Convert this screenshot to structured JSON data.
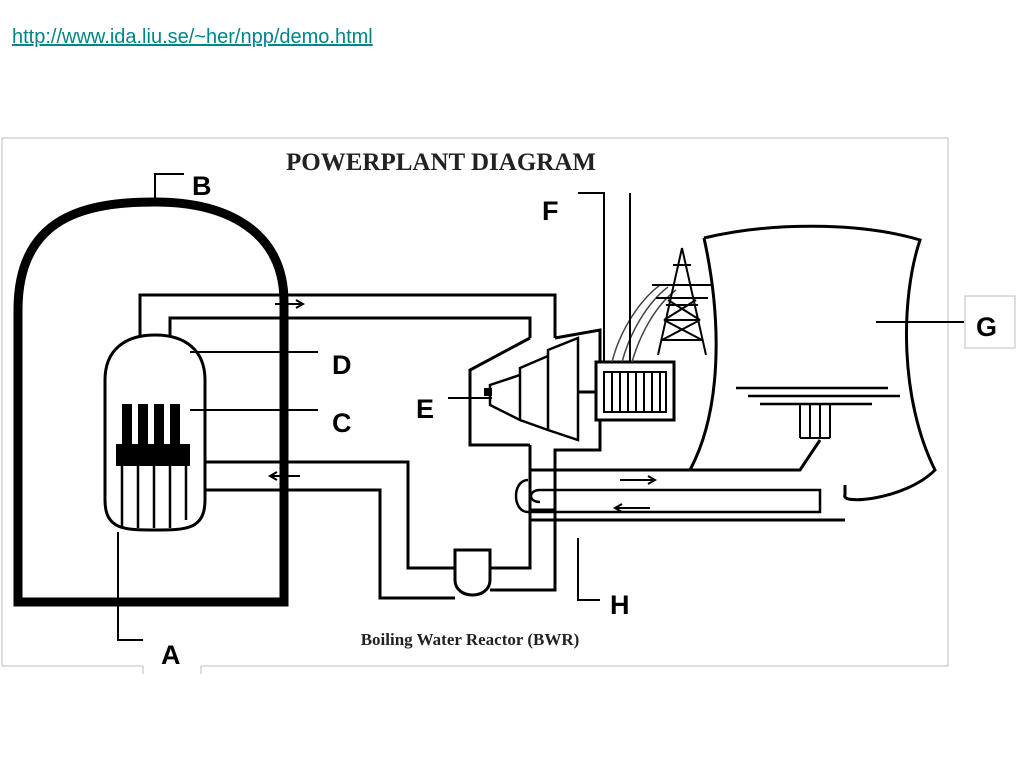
{
  "link": {
    "text": "http://www.ida.liu.se/~her/npp/demo.html"
  },
  "diagram": {
    "title": "POWERPLANT DIAGRAM",
    "caption": "Boiling Water Reactor (BWR)",
    "labels": {
      "a": "A",
      "b": "B",
      "c": "C",
      "d": "D",
      "e": "E",
      "f": "F",
      "g": "G",
      "h": "H"
    }
  }
}
